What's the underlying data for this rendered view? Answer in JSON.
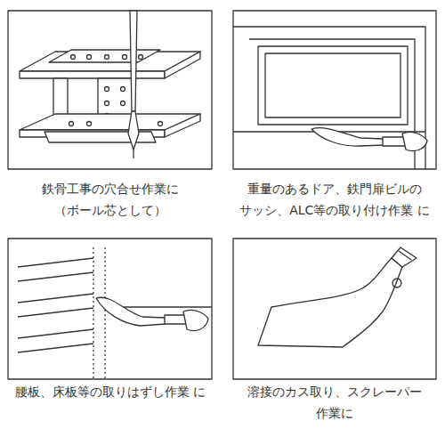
{
  "diagram": {
    "labels": [
      "鉄骨工事の穴合せ作業に （ボール芯として）",
      "重量のあるドア、鉄門扉ビルの サッシ、ALC等の取り付け作業 に",
      "腰板、床板等の取りはずし作業 に",
      "溶接のカス取り、スクレーパー 作業に"
    ]
  }
}
